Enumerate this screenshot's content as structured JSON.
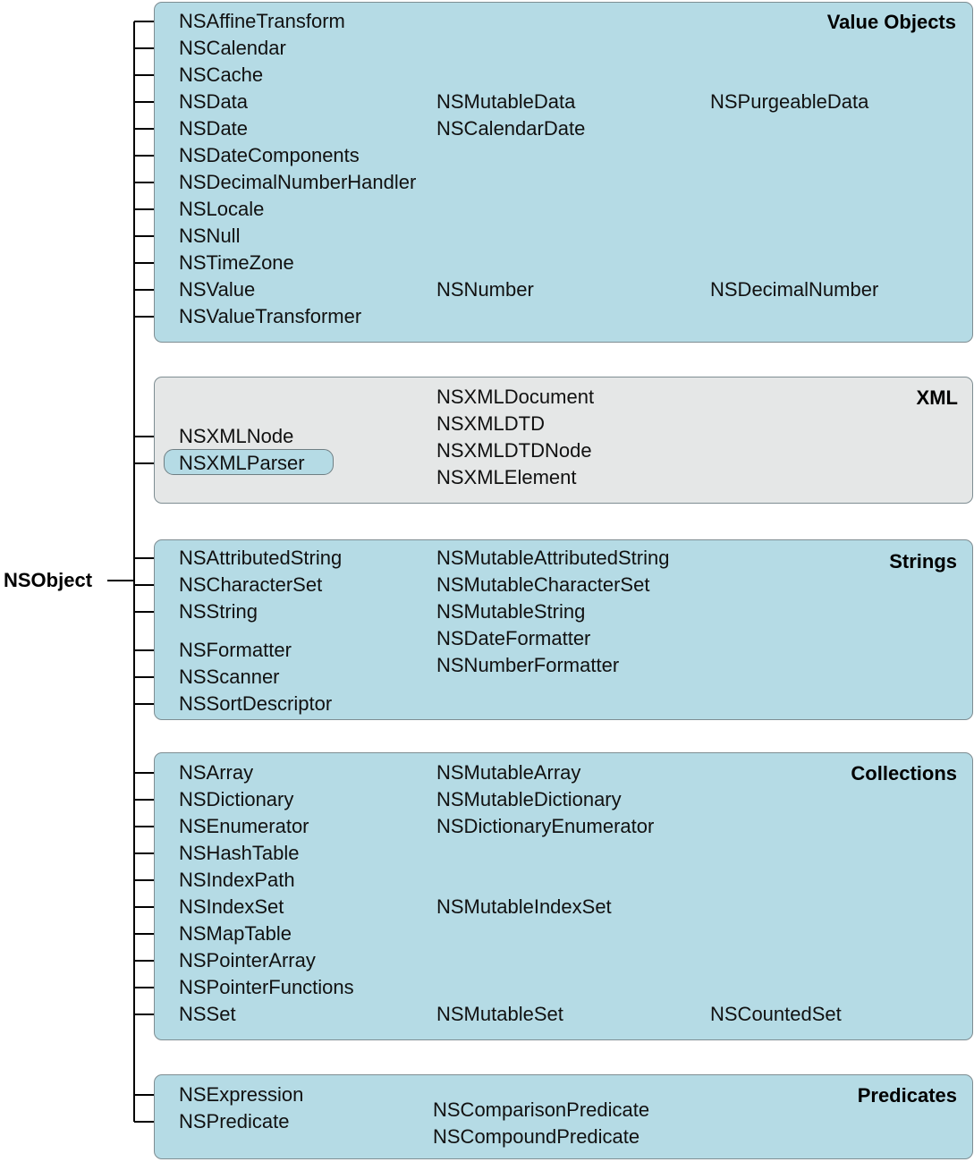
{
  "root": "NSObject",
  "groups": [
    {
      "title": "Value Objects",
      "classes": [
        {
          "name": "NSAffineTransform"
        },
        {
          "name": "NSCalendar"
        },
        {
          "name": "NSCache"
        },
        {
          "name": "NSData",
          "children": [
            {
              "name": "NSMutableData",
              "children": [
                {
                  "name": "NSPurgeableData"
                }
              ]
            }
          ]
        },
        {
          "name": "NSDate",
          "children": [
            {
              "name": "NSCalendarDate"
            }
          ]
        },
        {
          "name": "NSDateComponents"
        },
        {
          "name": "NSDecimalNumberHandler"
        },
        {
          "name": "NSLocale"
        },
        {
          "name": "NSNull"
        },
        {
          "name": "NSTimeZone"
        },
        {
          "name": "NSValue",
          "children": [
            {
              "name": "NSNumber",
              "children": [
                {
                  "name": "NSDecimalNumber"
                }
              ]
            }
          ]
        },
        {
          "name": "NSValueTransformer"
        }
      ]
    },
    {
      "title": "XML",
      "classes": [
        {
          "name": "NSXMLNode",
          "children": [
            {
              "name": "NSXMLDocument"
            },
            {
              "name": "NSXMLDTD"
            },
            {
              "name": "NSXMLDTDNode"
            },
            {
              "name": "NSXMLElement"
            }
          ]
        },
        {
          "name": "NSXMLParser",
          "highlighted": true
        }
      ]
    },
    {
      "title": "Strings",
      "classes": [
        {
          "name": "NSAttributedString",
          "children": [
            {
              "name": "NSMutableAttributedString"
            }
          ]
        },
        {
          "name": "NSCharacterSet",
          "children": [
            {
              "name": "NSMutableCharacterSet"
            }
          ]
        },
        {
          "name": "NSString",
          "children": [
            {
              "name": "NSMutableString"
            }
          ]
        },
        {
          "name": "NSFormatter",
          "children": [
            {
              "name": "NSDateFormatter"
            },
            {
              "name": "NSNumberFormatter"
            }
          ]
        },
        {
          "name": "NSScanner"
        },
        {
          "name": "NSSortDescriptor"
        }
      ]
    },
    {
      "title": "Collections",
      "classes": [
        {
          "name": "NSArray",
          "children": [
            {
              "name": "NSMutableArray"
            }
          ]
        },
        {
          "name": "NSDictionary",
          "children": [
            {
              "name": "NSMutableDictionary"
            }
          ]
        },
        {
          "name": "NSEnumerator",
          "children": [
            {
              "name": "NSDictionaryEnumerator"
            }
          ]
        },
        {
          "name": "NSHashTable"
        },
        {
          "name": "NSIndexPath"
        },
        {
          "name": "NSIndexSet",
          "children": [
            {
              "name": "NSMutableIndexSet"
            }
          ]
        },
        {
          "name": "NSMapTable"
        },
        {
          "name": "NSPointerArray"
        },
        {
          "name": "NSPointerFunctions"
        },
        {
          "name": "NSSet",
          "children": [
            {
              "name": "NSMutableSet",
              "children": [
                {
                  "name": "NSCountedSet"
                }
              ]
            }
          ]
        }
      ]
    },
    {
      "title": "Predicates",
      "classes": [
        {
          "name": "NSExpression"
        },
        {
          "name": "NSPredicate",
          "children": [
            {
              "name": "NSComparisonPredicate"
            },
            {
              "name": "NSCompoundPredicate"
            }
          ]
        }
      ]
    }
  ]
}
